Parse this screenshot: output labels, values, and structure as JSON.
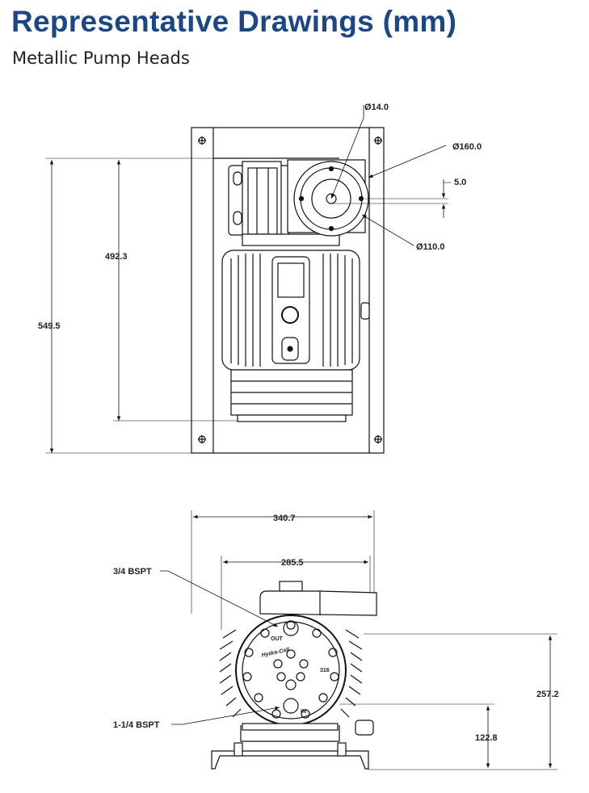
{
  "title": "Representative Drawings (mm)",
  "subtitle": "Metallic Pump Heads",
  "top_view": {
    "dims": {
      "shaft_dia": "Ø14.0",
      "flange_dia": "Ø160.0",
      "offset": "5.0",
      "pilot_dia": "Ø110.0",
      "height_inner": "492.3",
      "height_outer": "549.5"
    }
  },
  "front_view": {
    "dims": {
      "width_outer": "340.7",
      "width_inner": "285.5",
      "height_total": "257.2",
      "height_inlet": "122.8"
    },
    "ports": {
      "outlet": "3/4 BSPT",
      "inlet": "1-1/4 BSPT"
    },
    "marks": {
      "out": "OUT",
      "in": "IN",
      "material": "316",
      "brand": "Hydra-Cell"
    }
  }
}
